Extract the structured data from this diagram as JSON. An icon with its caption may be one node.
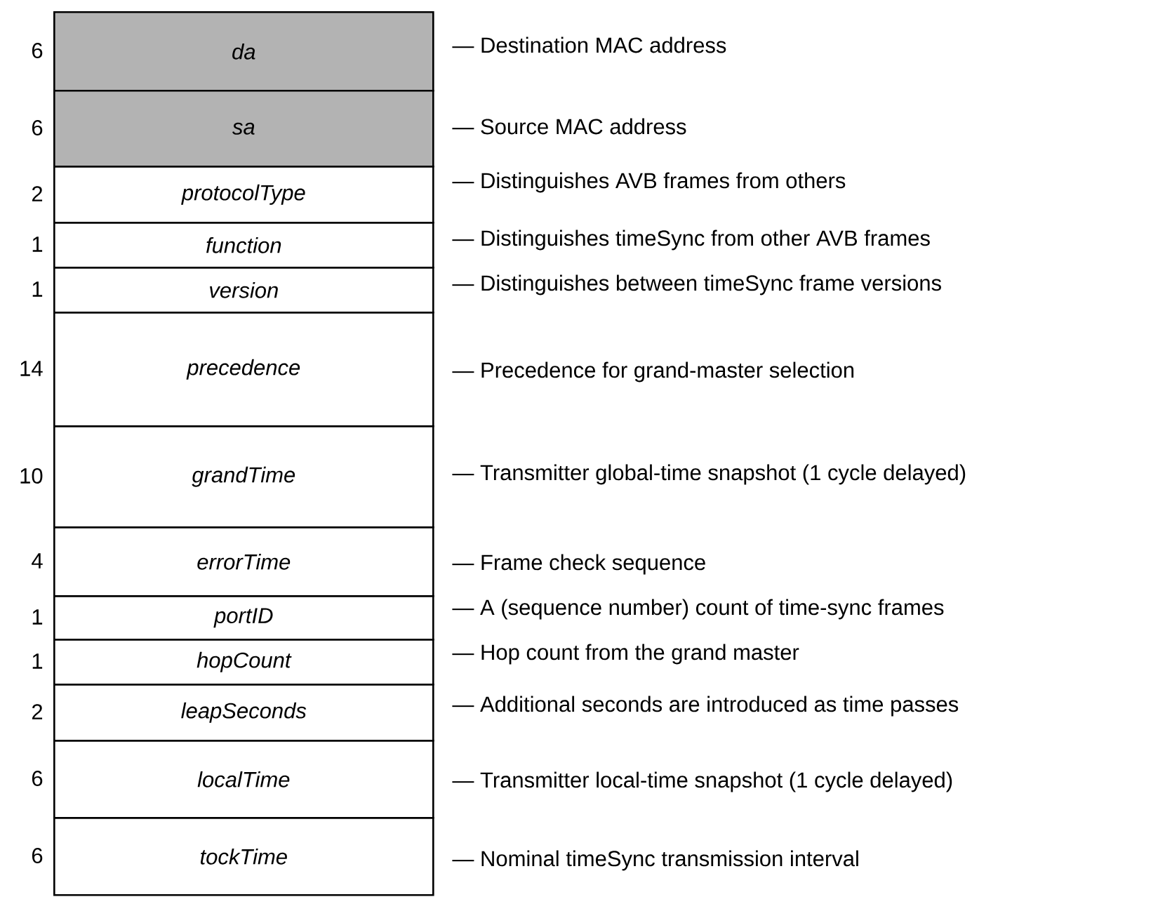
{
  "diagram": {
    "nodes": [
      {
        "text": [
          "da"
        ],
        "beside": [
          "6",
          "— Destination MAC address"
        ]
      },
      {
        "text": [
          "sa"
        ],
        "beside": [
          "6",
          "— Source MAC address"
        ]
      },
      {
        "text": [
          "protocolType"
        ],
        "beside": [
          "2",
          "— Distinguishes AVB frames from others"
        ]
      },
      {
        "text": [
          "function"
        ],
        "beside": [
          "1",
          "— Distinguishes timeSync from other AVB frames"
        ]
      },
      {
        "text": [
          "version"
        ],
        "beside": [
          "1",
          "— Distinguishes between timeSync frame versions"
        ]
      },
      {
        "text": [
          "precedence"
        ],
        "beside": [
          "14",
          "— Precedence for grand-master selection"
        ]
      },
      {
        "text": [
          "grandTime"
        ],
        "beside": [
          "10",
          "— Transmitter global-time snapshot (1 cycle delayed)"
        ]
      },
      {
        "text": [
          "errorTime"
        ],
        "beside": [
          "4",
          "— Frame check sequence"
        ]
      },
      {
        "text": [
          "portID"
        ],
        "beside": [
          "1",
          "— A (sequence number) count of time-sync frames"
        ]
      },
      {
        "text": [
          "hopCount"
        ],
        "beside": [
          "1",
          "— Hop count from the grand master"
        ]
      },
      {
        "text": [
          "leapSeconds"
        ],
        "beside": [
          "2",
          "— Additional seconds are introduced as time passes"
        ]
      },
      {
        "text": [
          "localTime"
        ],
        "beside": [
          "6",
          "— Transmitter local-time snapshot (1 cycle delayed)"
        ]
      },
      {
        "text": [
          "tockTime"
        ],
        "beside": [
          "6",
          "— Nominal timeSync transmission interval"
        ]
      }
    ]
  }
}
